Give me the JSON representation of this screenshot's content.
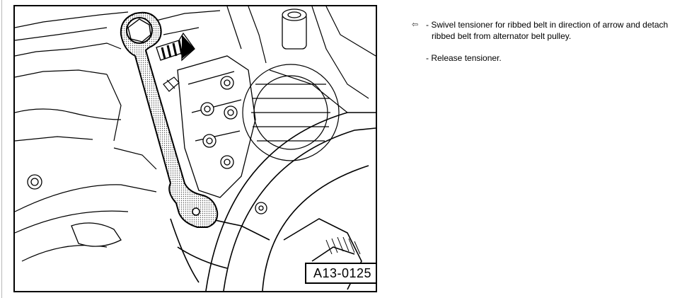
{
  "figure": {
    "label": "A13-0125",
    "colors": {
      "line": "#000000",
      "wrench_fill": "#c8c8c8",
      "background": "#ffffff"
    }
  },
  "instructions": {
    "bullet_icon": "arrow-left-icon",
    "step1_line1": "- Swivel tensioner for ribbed belt in direction of arrow and detach",
    "step1_line2": "ribbed belt from alternator belt pulley.",
    "step2_line1": "- Release tensioner."
  }
}
